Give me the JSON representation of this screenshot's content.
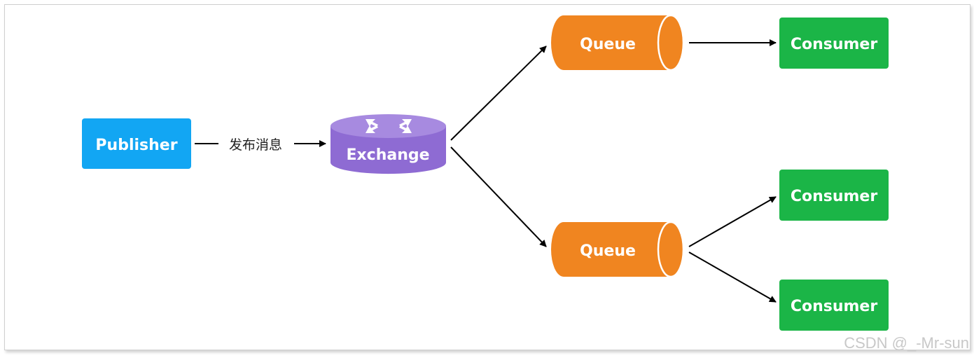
{
  "diagram": {
    "publisher": {
      "label": "Publisher",
      "color": "#12a6f3"
    },
    "exchange": {
      "label": "Exchange",
      "color": "#8e6bd3"
    },
    "edge_publish_label": "发布消息",
    "queues": [
      {
        "label": "Queue",
        "color": "#f08520"
      },
      {
        "label": "Queue",
        "color": "#f08520"
      }
    ],
    "consumers": [
      {
        "label": "Consumer",
        "color": "#1bb547"
      },
      {
        "label": "Consumer",
        "color": "#1bb547"
      },
      {
        "label": "Consumer",
        "color": "#1bb547"
      }
    ],
    "arrow_color": "#000000"
  },
  "watermark": "CSDN @_-Mr-sun"
}
